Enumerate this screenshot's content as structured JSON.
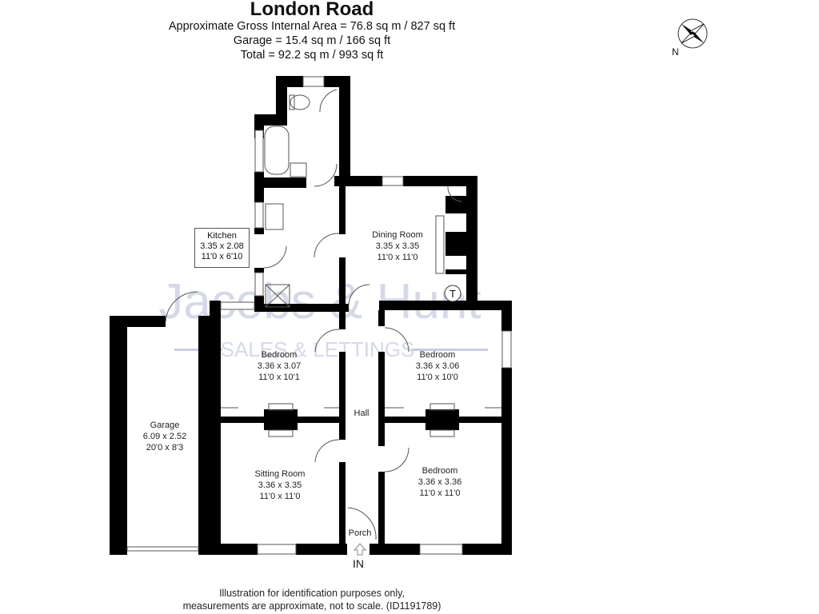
{
  "header": {
    "title": "London Road",
    "gross_internal_area": "Approximate Gross Internal Area = 76.8 sq m / 827 sq ft",
    "garage_area": "Garage = 15.4 sq m / 166 sq ft",
    "total_area": "Total = 92.2 sq m / 993 sq ft"
  },
  "compass": {
    "icon": "compass-rose-icon",
    "label": "N"
  },
  "watermark": {
    "brand": "Jacobs & Hunt",
    "tagline": "SALES & LETTINGS",
    "color": "#c7cde0"
  },
  "rooms": {
    "kitchen": {
      "name": "Kitchen",
      "metric": "3.35 x 2.08",
      "imperial": "11'0 x 6'10"
    },
    "dining_room": {
      "name": "Dining Room",
      "metric": "3.35 x 3.35",
      "imperial": "11'0 x 11'0"
    },
    "bedroom_1": {
      "name": "Bedroom",
      "metric": "3.36 x 3.07",
      "imperial": "11'0 x 10'1"
    },
    "bedroom_2": {
      "name": "Bedroom",
      "metric": "3.36 x 3.06",
      "imperial": "11'0 x 10'0"
    },
    "hall": {
      "name": "Hall"
    },
    "garage": {
      "name": "Garage",
      "metric": "6.09 x 2.52",
      "imperial": "20'0 x 8'3"
    },
    "sitting_room": {
      "name": "Sitting Room",
      "metric": "3.36 x 3.35",
      "imperial": "11'0 x 11'0"
    },
    "bedroom_3": {
      "name": "Bedroom",
      "metric": "3.36 x 3.36",
      "imperial": "11'0 x 11'0"
    },
    "porch": {
      "name": "Porch"
    }
  },
  "symbols": {
    "boiler": "T"
  },
  "entrance": {
    "label": "IN",
    "icon": "entrance-arrow-icon"
  },
  "footer": {
    "line1": "Illustration for identification purposes only,",
    "line2": "measurements are approximate, not to scale. (ID1191789)"
  },
  "colors": {
    "wall": "#000000",
    "fixture": "#555555",
    "background": "#ffffff"
  }
}
